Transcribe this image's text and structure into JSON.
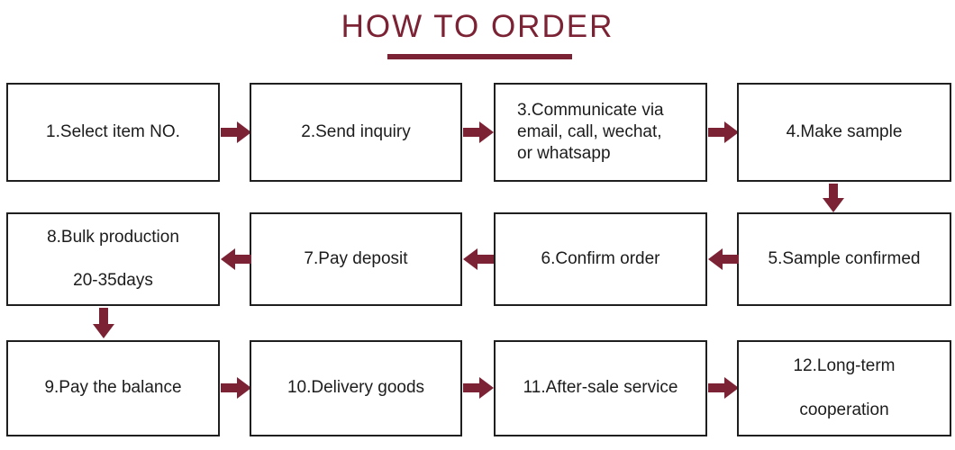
{
  "title": "HOW TO ORDER",
  "colors": {
    "accent": "#7b2234",
    "box_border": "#1f1f1f",
    "text": "#1c1c1c",
    "background": "#ffffff"
  },
  "steps": [
    {
      "label": "1.Select item NO."
    },
    {
      "label": "2.Send inquiry"
    },
    {
      "label": "3.Communicate via\nemail, call, wechat,\nor whatsapp"
    },
    {
      "label": "4.Make sample"
    },
    {
      "label": "5.Sample confirmed"
    },
    {
      "label": "6.Confirm order"
    },
    {
      "label": "7.Pay deposit"
    },
    {
      "label": "8.Bulk production\n\n20-35days"
    },
    {
      "label": "9.Pay the balance"
    },
    {
      "label": "10.Delivery goods"
    },
    {
      "label": "11.After-sale service"
    },
    {
      "label": "12.Long-term\n\ncooperation"
    }
  ]
}
